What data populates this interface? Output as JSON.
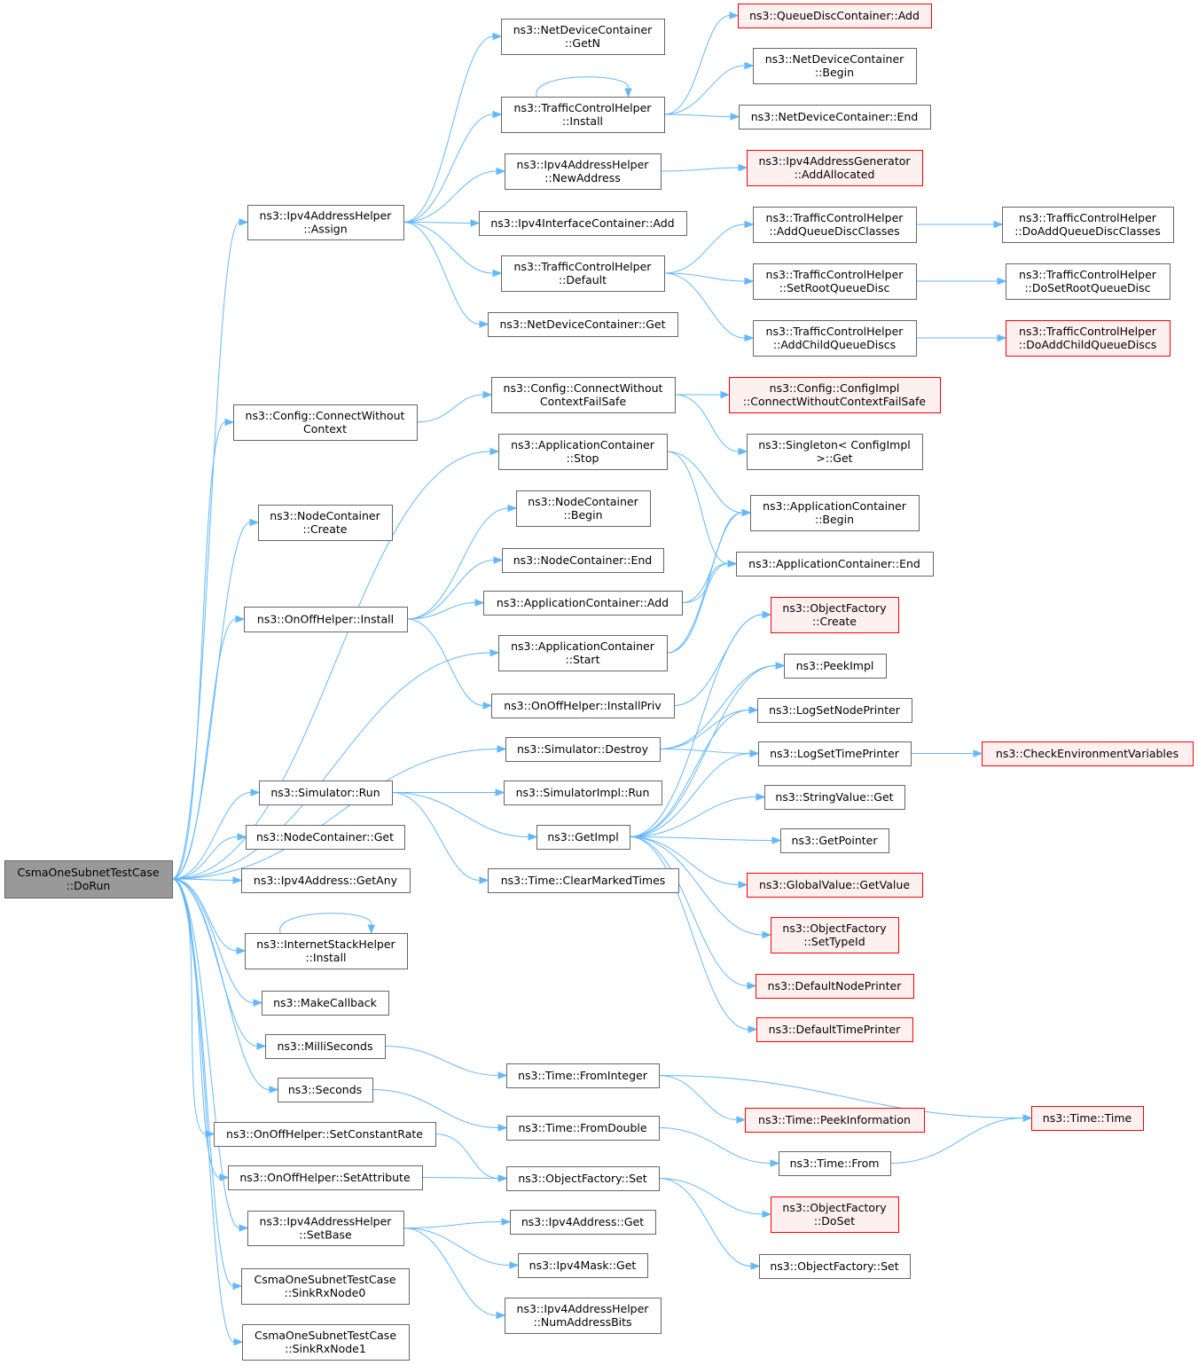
{
  "colors": {
    "edge": "#63b8ff",
    "node_border": "#666666",
    "root_fill": "#999999",
    "red_border": "#ff0000",
    "red_fill": "#fff0f0"
  },
  "nodes": [
    {
      "id": "root",
      "lines": [
        "CsmaOneSubnetTestCase",
        "::DoRun"
      ],
      "style": "root"
    },
    {
      "id": "assign",
      "lines": [
        "ns3::Ipv4AddressHelper",
        "::Assign"
      ]
    },
    {
      "id": "cfgconn",
      "lines": [
        "ns3::Config::ConnectWithout",
        "Context"
      ]
    },
    {
      "id": "ncCreate",
      "lines": [
        "ns3::NodeContainer",
        "::Create"
      ]
    },
    {
      "id": "onoffInstall",
      "lines": [
        "ns3::OnOffHelper::Install"
      ]
    },
    {
      "id": "simRun",
      "lines": [
        "ns3::Simulator::Run"
      ]
    },
    {
      "id": "ncGet",
      "lines": [
        "ns3::NodeContainer::Get"
      ]
    },
    {
      "id": "ipGetAny",
      "lines": [
        "ns3::Ipv4Address::GetAny"
      ]
    },
    {
      "id": "ishInstall",
      "lines": [
        "ns3::InternetStackHelper",
        "::Install"
      ]
    },
    {
      "id": "makeCb",
      "lines": [
        "ns3::MakeCallback"
      ]
    },
    {
      "id": "milli",
      "lines": [
        "ns3::MilliSeconds"
      ]
    },
    {
      "id": "seconds",
      "lines": [
        "ns3::Seconds"
      ]
    },
    {
      "id": "setConstRate",
      "lines": [
        "ns3::OnOffHelper::SetConstantRate"
      ]
    },
    {
      "id": "setAttr",
      "lines": [
        "ns3::OnOffHelper::SetAttribute"
      ]
    },
    {
      "id": "setBase",
      "lines": [
        "ns3::Ipv4AddressHelper",
        "::SetBase"
      ]
    },
    {
      "id": "sink0",
      "lines": [
        "CsmaOneSubnetTestCase",
        "::SinkRxNode0"
      ]
    },
    {
      "id": "sink1",
      "lines": [
        "CsmaOneSubnetTestCase",
        "::SinkRxNode1"
      ]
    },
    {
      "id": "ndcGetN",
      "lines": [
        "ns3::NetDeviceContainer",
        "::GetN"
      ]
    },
    {
      "id": "tchInstall",
      "lines": [
        "ns3::TrafficControlHelper",
        "::Install"
      ]
    },
    {
      "id": "newAddr",
      "lines": [
        "ns3::Ipv4AddressHelper",
        "::NewAddress"
      ]
    },
    {
      "id": "iicAdd",
      "lines": [
        "ns3::Ipv4InterfaceContainer::Add"
      ]
    },
    {
      "id": "tchDefault",
      "lines": [
        "ns3::TrafficControlHelper",
        "::Default"
      ]
    },
    {
      "id": "ndcGet",
      "lines": [
        "ns3::NetDeviceContainer::Get"
      ]
    },
    {
      "id": "cfgConnFS",
      "lines": [
        "ns3::Config::ConnectWithout",
        "ContextFailSafe"
      ]
    },
    {
      "id": "acStop",
      "lines": [
        "ns3::ApplicationContainer",
        "::Stop"
      ]
    },
    {
      "id": "ncBegin",
      "lines": [
        "ns3::NodeContainer",
        "::Begin"
      ]
    },
    {
      "id": "ncEnd",
      "lines": [
        "ns3::NodeContainer::End"
      ]
    },
    {
      "id": "acAdd",
      "lines": [
        "ns3::ApplicationContainer::Add"
      ]
    },
    {
      "id": "acStart",
      "lines": [
        "ns3::ApplicationContainer",
        "::Start"
      ]
    },
    {
      "id": "installPriv",
      "lines": [
        "ns3::OnOffHelper::InstallPriv"
      ]
    },
    {
      "id": "simDestroy",
      "lines": [
        "ns3::Simulator::Destroy"
      ]
    },
    {
      "id": "simImplRun",
      "lines": [
        "ns3::SimulatorImpl::Run"
      ]
    },
    {
      "id": "getImpl",
      "lines": [
        "ns3::GetImpl"
      ]
    },
    {
      "id": "clearMarked",
      "lines": [
        "ns3::Time::ClearMarkedTimes"
      ]
    },
    {
      "id": "fromInteger",
      "lines": [
        "ns3::Time::FromInteger"
      ]
    },
    {
      "id": "fromDouble",
      "lines": [
        "ns3::Time::FromDouble"
      ]
    },
    {
      "id": "ofSet",
      "lines": [
        "ns3::ObjectFactory::Set"
      ]
    },
    {
      "id": "ipv4Get",
      "lines": [
        "ns3::Ipv4Address::Get"
      ]
    },
    {
      "id": "maskGet",
      "lines": [
        "ns3::Ipv4Mask::Get"
      ]
    },
    {
      "id": "numAddrBits",
      "lines": [
        "ns3::Ipv4AddressHelper",
        "::NumAddressBits"
      ]
    },
    {
      "id": "qdcAdd",
      "lines": [
        "ns3::QueueDiscContainer::Add"
      ],
      "style": "red"
    },
    {
      "id": "ndcBegin",
      "lines": [
        "ns3::NetDeviceContainer",
        "::Begin"
      ]
    },
    {
      "id": "ndcEnd",
      "lines": [
        "ns3::NetDeviceContainer::End"
      ]
    },
    {
      "id": "addAlloc",
      "lines": [
        "ns3::Ipv4AddressGenerator",
        "::AddAllocated"
      ],
      "style": "red"
    },
    {
      "id": "addQDC",
      "lines": [
        "ns3::TrafficControlHelper",
        "::AddQueueDiscClasses"
      ]
    },
    {
      "id": "setRootQD",
      "lines": [
        "ns3::TrafficControlHelper",
        "::SetRootQueueDisc"
      ]
    },
    {
      "id": "addChildQD",
      "lines": [
        "ns3::TrafficControlHelper",
        "::AddChildQueueDiscs"
      ]
    },
    {
      "id": "cfgImplConn",
      "lines": [
        "ns3::Config::ConfigImpl",
        "::ConnectWithoutContextFailSafe"
      ],
      "style": "red"
    },
    {
      "id": "singletonGet",
      "lines": [
        "ns3::Singleton< ConfigImpl",
        ">::Get"
      ]
    },
    {
      "id": "acBegin",
      "lines": [
        "ns3::ApplicationContainer",
        "::Begin"
      ]
    },
    {
      "id": "acEnd",
      "lines": [
        "ns3::ApplicationContainer::End"
      ]
    },
    {
      "id": "ofCreate",
      "lines": [
        "ns3::ObjectFactory",
        "::Create"
      ],
      "style": "red"
    },
    {
      "id": "peekImpl",
      "lines": [
        "ns3::PeekImpl"
      ]
    },
    {
      "id": "logNode",
      "lines": [
        "ns3::LogSetNodePrinter"
      ]
    },
    {
      "id": "logTime",
      "lines": [
        "ns3::LogSetTimePrinter"
      ]
    },
    {
      "id": "strGet",
      "lines": [
        "ns3::StringValue::Get"
      ]
    },
    {
      "id": "getPointer",
      "lines": [
        "ns3::GetPointer"
      ]
    },
    {
      "id": "gvGetValue",
      "lines": [
        "ns3::GlobalValue::GetValue"
      ],
      "style": "red"
    },
    {
      "id": "ofSetTypeId",
      "lines": [
        "ns3::ObjectFactory",
        "::SetTypeId"
      ],
      "style": "red"
    },
    {
      "id": "defNodePr",
      "lines": [
        "ns3::DefaultNodePrinter"
      ],
      "style": "red"
    },
    {
      "id": "defTimePr",
      "lines": [
        "ns3::DefaultTimePrinter"
      ],
      "style": "red"
    },
    {
      "id": "peekInfo",
      "lines": [
        "ns3::Time::PeekInformation"
      ],
      "style": "red"
    },
    {
      "id": "timeFrom",
      "lines": [
        "ns3::Time::From"
      ]
    },
    {
      "id": "ofDoSet",
      "lines": [
        "ns3::ObjectFactory",
        "::DoSet"
      ],
      "style": "red"
    },
    {
      "id": "ofSet2",
      "lines": [
        "ns3::ObjectFactory::Set"
      ]
    },
    {
      "id": "doAddQDC",
      "lines": [
        "ns3::TrafficControlHelper",
        "::DoAddQueueDiscClasses"
      ]
    },
    {
      "id": "doSetRootQD",
      "lines": [
        "ns3::TrafficControlHelper",
        "::DoSetRootQueueDisc"
      ]
    },
    {
      "id": "doAddChildQD",
      "lines": [
        "ns3::TrafficControlHelper",
        "::DoAddChildQueueDiscs"
      ],
      "style": "red"
    },
    {
      "id": "checkEnv",
      "lines": [
        "ns3::CheckEnvironmentVariables"
      ],
      "style": "red"
    },
    {
      "id": "timeTime",
      "lines": [
        "ns3::Time::Time"
      ],
      "style": "red"
    }
  ],
  "edges": [
    [
      "root",
      "assign"
    ],
    [
      "root",
      "cfgconn"
    ],
    [
      "root",
      "ncCreate"
    ],
    [
      "root",
      "acStop"
    ],
    [
      "root",
      "onoffInstall"
    ],
    [
      "root",
      "acStart"
    ],
    [
      "root",
      "simDestroy"
    ],
    [
      "root",
      "simRun"
    ],
    [
      "root",
      "ncGet"
    ],
    [
      "root",
      "ipGetAny"
    ],
    [
      "root",
      "ishInstall"
    ],
    [
      "root",
      "makeCb"
    ],
    [
      "root",
      "milli"
    ],
    [
      "root",
      "seconds"
    ],
    [
      "root",
      "setConstRate"
    ],
    [
      "root",
      "setAttr"
    ],
    [
      "root",
      "setBase"
    ],
    [
      "root",
      "sink0"
    ],
    [
      "root",
      "sink1"
    ],
    [
      "assign",
      "ndcGetN"
    ],
    [
      "assign",
      "tchInstall"
    ],
    [
      "assign",
      "newAddr"
    ],
    [
      "assign",
      "iicAdd"
    ],
    [
      "assign",
      "tchDefault"
    ],
    [
      "assign",
      "ndcGet"
    ],
    [
      "tchInstall",
      "qdcAdd"
    ],
    [
      "tchInstall",
      "ndcBegin"
    ],
    [
      "tchInstall",
      "ndcEnd"
    ],
    [
      "tchInstall",
      "tchInstall"
    ],
    [
      "newAddr",
      "addAlloc"
    ],
    [
      "tchDefault",
      "addQDC"
    ],
    [
      "tchDefault",
      "setRootQD"
    ],
    [
      "tchDefault",
      "addChildQD"
    ],
    [
      "addQDC",
      "doAddQDC"
    ],
    [
      "setRootQD",
      "doSetRootQD"
    ],
    [
      "addChildQD",
      "doAddChildQD"
    ],
    [
      "cfgconn",
      "cfgConnFS"
    ],
    [
      "cfgConnFS",
      "cfgImplConn"
    ],
    [
      "cfgConnFS",
      "singletonGet"
    ],
    [
      "acStop",
      "acBegin"
    ],
    [
      "acStop",
      "acEnd"
    ],
    [
      "onoffInstall",
      "ncBegin"
    ],
    [
      "onoffInstall",
      "ncEnd"
    ],
    [
      "onoffInstall",
      "acAdd"
    ],
    [
      "onoffInstall",
      "installPriv"
    ],
    [
      "acAdd",
      "acBegin"
    ],
    [
      "acAdd",
      "acEnd"
    ],
    [
      "acStart",
      "acBegin"
    ],
    [
      "acStart",
      "acEnd"
    ],
    [
      "installPriv",
      "ofCreate"
    ],
    [
      "simDestroy",
      "peekImpl"
    ],
    [
      "simDestroy",
      "logNode"
    ],
    [
      "simDestroy",
      "logTime"
    ],
    [
      "simRun",
      "simImplRun"
    ],
    [
      "simRun",
      "getImpl"
    ],
    [
      "simRun",
      "clearMarked"
    ],
    [
      "getImpl",
      "ofCreate"
    ],
    [
      "getImpl",
      "peekImpl"
    ],
    [
      "getImpl",
      "logNode"
    ],
    [
      "getImpl",
      "logTime"
    ],
    [
      "getImpl",
      "strGet"
    ],
    [
      "getImpl",
      "getPointer"
    ],
    [
      "getImpl",
      "gvGetValue"
    ],
    [
      "getImpl",
      "ofSetTypeId"
    ],
    [
      "getImpl",
      "defNodePr"
    ],
    [
      "getImpl",
      "defTimePr"
    ],
    [
      "logTime",
      "checkEnv"
    ],
    [
      "ishInstall",
      "ishInstall"
    ],
    [
      "milli",
      "fromInteger"
    ],
    [
      "fromInteger",
      "peekInfo"
    ],
    [
      "fromInteger",
      "timeTime"
    ],
    [
      "seconds",
      "fromDouble"
    ],
    [
      "fromDouble",
      "timeFrom"
    ],
    [
      "timeFrom",
      "timeTime"
    ],
    [
      "setConstRate",
      "ofSet"
    ],
    [
      "setAttr",
      "ofSet"
    ],
    [
      "ofSet",
      "ofDoSet"
    ],
    [
      "ofSet",
      "ofSet2"
    ],
    [
      "setBase",
      "ipv4Get"
    ],
    [
      "setBase",
      "maskGet"
    ],
    [
      "setBase",
      "numAddrBits"
    ]
  ]
}
